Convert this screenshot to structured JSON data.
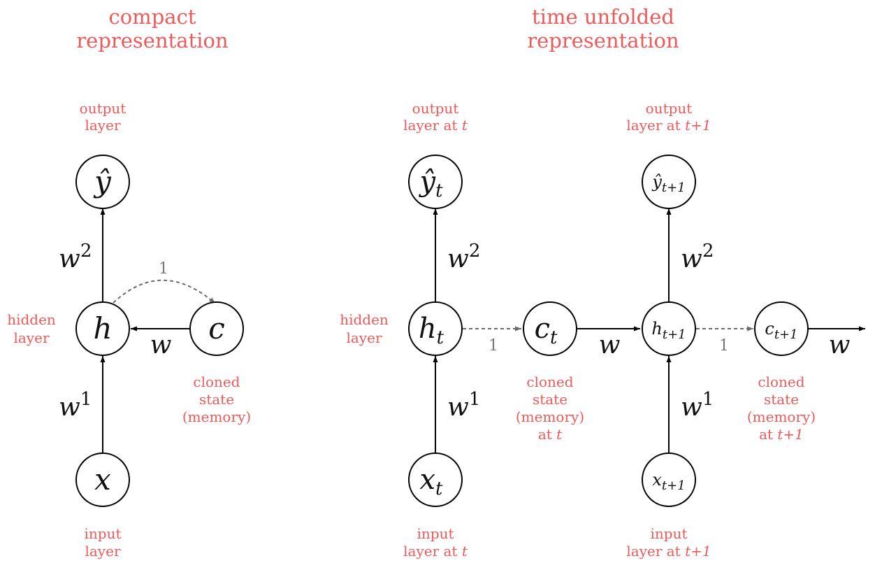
{
  "compact": {
    "title_line1": "compact",
    "title_line2": "representation",
    "output_label_line1": "output",
    "output_label_line2": "layer",
    "hidden_label_line1": "hidden",
    "hidden_label_line2": "layer",
    "input_label_line1": "input",
    "input_label_line2": "layer",
    "cloned_label_line1": "cloned",
    "cloned_label_line2": "state",
    "cloned_label_line3": "(memory)",
    "node_y_hat": "ŷ",
    "node_h": "h",
    "node_c": "c",
    "node_x": "x",
    "weight_w2_base": "w",
    "weight_w2_sup": "2",
    "weight_w1_base": "w",
    "weight_w1_sup": "1",
    "weight_w": "w",
    "copy_weight": "1"
  },
  "unfolded": {
    "title_line1": "time unfolded",
    "title_line2": "representation",
    "hidden_label_line1": "hidden",
    "hidden_label_line2": "layer",
    "t": {
      "output_label_line1": "output",
      "output_label_line2_prefix": "layer at ",
      "output_label_line2_var": "t",
      "input_label_line1": "input",
      "input_label_line2_prefix": "layer at ",
      "input_label_line2_var": "t",
      "cloned_label_line1": "cloned",
      "cloned_label_line2": "state",
      "cloned_label_line3": "(memory)",
      "cloned_label_line4_prefix": "at ",
      "cloned_label_line4_var": "t",
      "node_y_base": "ŷ",
      "node_y_sub": "t",
      "node_h_base": "h",
      "node_h_sub": "t",
      "node_c_base": "c",
      "node_c_sub": "t",
      "node_x_base": "x",
      "node_x_sub": "t",
      "weight_w2_base": "w",
      "weight_w2_sup": "2",
      "weight_w1_base": "w",
      "weight_w1_sup": "1",
      "copy_weight": "1",
      "weight_w": "w"
    },
    "t1": {
      "output_label_line1": "output",
      "output_label_line2_prefix": "layer at ",
      "output_label_line2_var": "t+1",
      "input_label_line1": "input",
      "input_label_line2_prefix": "layer at ",
      "input_label_line2_var": "t+1",
      "cloned_label_line1": "cloned",
      "cloned_label_line2": "state",
      "cloned_label_line3": "(memory)",
      "cloned_label_line4_prefix": "at ",
      "cloned_label_line4_var": "t+1",
      "node_y_base": "ŷ",
      "node_y_sub": "t+1",
      "node_h_base": "h",
      "node_h_sub": "t+1",
      "node_c_base": "c",
      "node_c_sub": "t+1",
      "node_x_base": "x",
      "node_x_sub": "t+1",
      "weight_w2_base": "w",
      "weight_w2_sup": "2",
      "weight_w1_base": "w",
      "weight_w1_sup": "1",
      "copy_weight": "1",
      "weight_w": "w"
    }
  },
  "colors": {
    "label_red": "#ee5a5a",
    "stroke": "#000000",
    "dashed_grey": "#6b6b6b"
  }
}
